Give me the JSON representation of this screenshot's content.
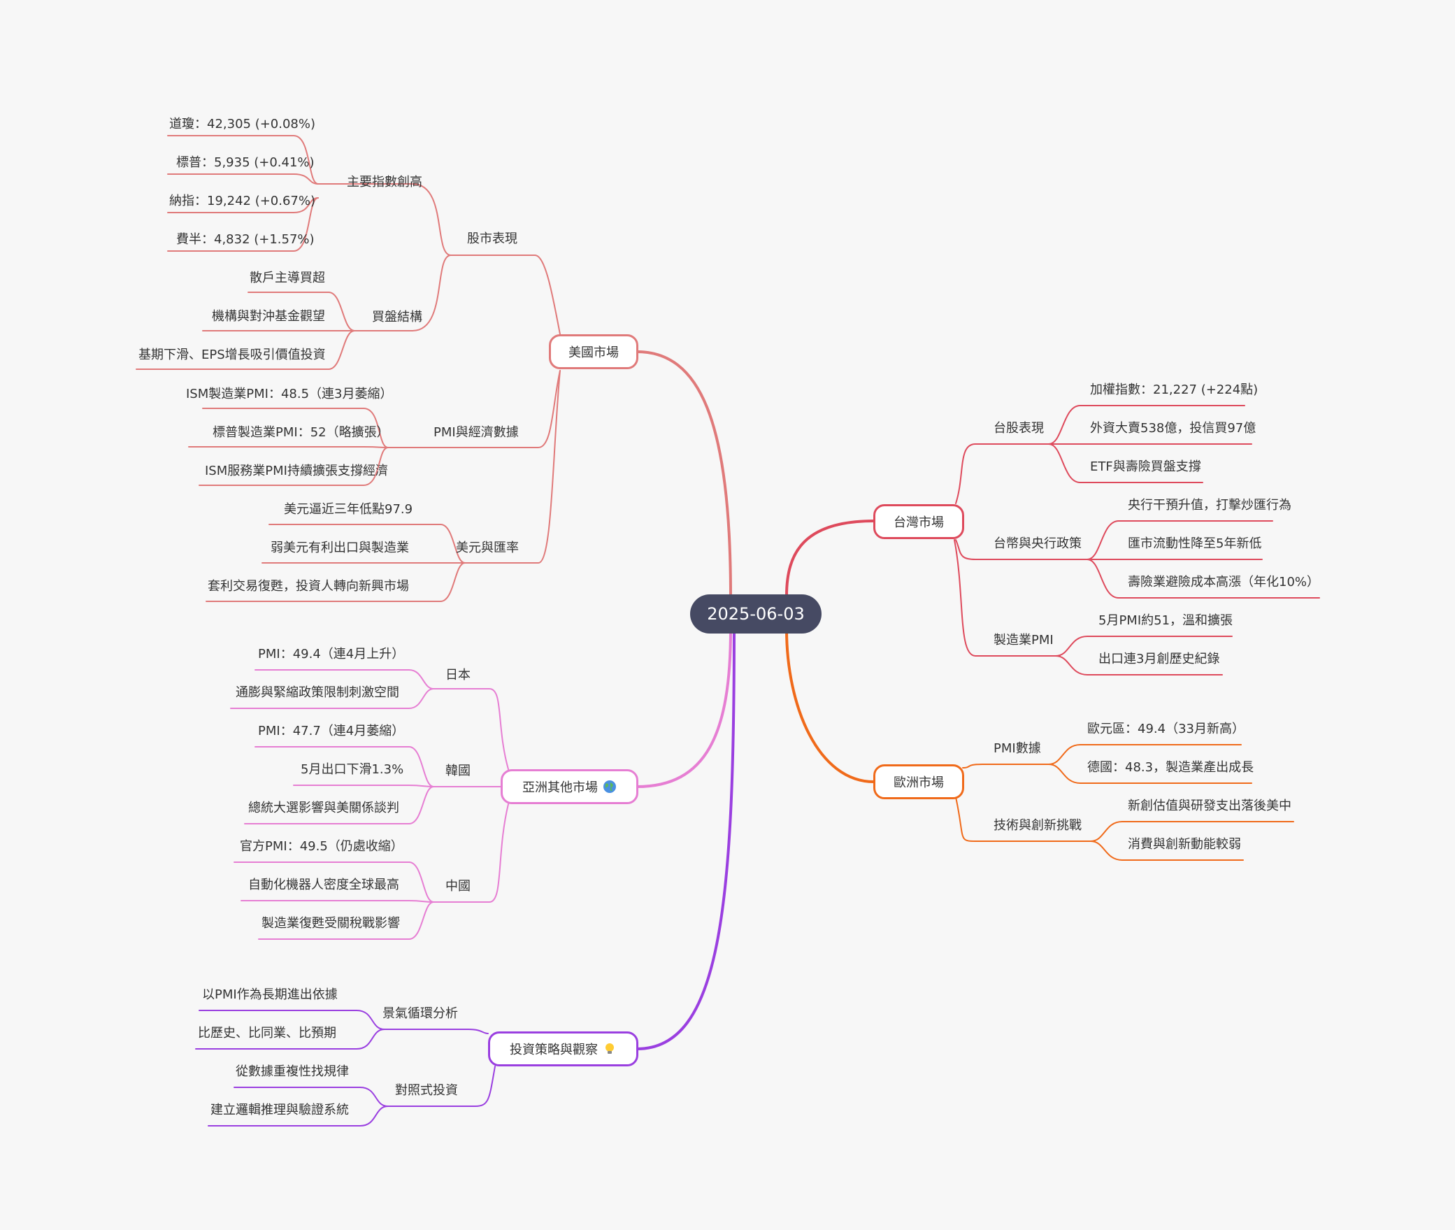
{
  "central": "2025-06-03",
  "colors": {
    "usa": "#e07a7a",
    "tw": "#de4a5c",
    "eu": "#f06a1a",
    "asia": "#e67ed3",
    "inv": "#9a3fe0"
  },
  "branches": {
    "usa": {
      "title": "美國市場",
      "stock": {
        "title": "股市表現",
        "indices": {
          "title": "主要指數創高",
          "items": [
            "道瓊：42,305 (+0.08%)",
            "標普：5,935 (+0.41%)",
            "納指：19,242 (+0.67%)",
            "費半：4,832 (+1.57%)"
          ]
        },
        "buyers": {
          "title": "買盤結構",
          "items": [
            "散戶主導買超",
            "機構與對沖基金觀望",
            "基期下滑、EPS增長吸引價值投資"
          ]
        }
      },
      "pmi": {
        "title": "PMI與經濟數據",
        "items": [
          "ISM製造業PMI：48.5（連3月萎縮）",
          "標普製造業PMI：52（略擴張）",
          "ISM服務業PMI持續擴張支撐經濟"
        ]
      },
      "fx": {
        "title": "美元與匯率",
        "items": [
          "美元逼近三年低點97.9",
          "弱美元有利出口與製造業",
          "套利交易復甦，投資人轉向新興市場"
        ]
      }
    },
    "tw": {
      "title": "台灣市場",
      "stock": {
        "title": "台股表現",
        "items": [
          "加權指數：21,227 (+224點)",
          "外資大賣538億，投信買97億",
          "ETF與壽險買盤支撐"
        ]
      },
      "cb": {
        "title": "台幣與央行政策",
        "items": [
          "央行干預升值，打擊炒匯行為",
          "匯市流動性降至5年新低",
          "壽險業避險成本高漲（年化10%）"
        ]
      },
      "pmi": {
        "title": "製造業PMI",
        "items": [
          "5月PMI約51，溫和擴張",
          "出口連3月創歷史紀錄"
        ]
      }
    },
    "eu": {
      "title": "歐洲市場",
      "pmi": {
        "title": "PMI數據",
        "items": [
          "歐元區：49.4（33月新高）",
          "德國：48.3，製造業產出成長"
        ]
      },
      "tech": {
        "title": "技術與創新挑戰",
        "items": [
          "新創估值與研發支出落後美中",
          "消費與創新動能較弱"
        ]
      }
    },
    "asia": {
      "title": "亞洲其他市場",
      "icon": "globe-icon",
      "japan": {
        "title": "日本",
        "items": [
          "PMI：49.4（連4月上升）",
          "通膨與緊縮政策限制刺激空間"
        ]
      },
      "korea": {
        "title": "韓國",
        "items": [
          "PMI：47.7（連4月萎縮）",
          "5月出口下滑1.3%",
          "總統大選影響與美關係談判"
        ]
      },
      "china": {
        "title": "中國",
        "items": [
          "官方PMI：49.5（仍處收縮）",
          "自動化機器人密度全球最高",
          "製造業復甦受關稅戰影響"
        ]
      }
    },
    "inv": {
      "title": "投資策略與觀察",
      "icon": "lightbulb-icon",
      "cycle": {
        "title": "景氣循環分析",
        "items": [
          "以PMI作為長期進出依據",
          "比歷史、比同業、比預期"
        ]
      },
      "compare": {
        "title": "對照式投資",
        "items": [
          "從數據重複性找規律",
          "建立邏輯推理與驗證系統"
        ]
      }
    }
  }
}
